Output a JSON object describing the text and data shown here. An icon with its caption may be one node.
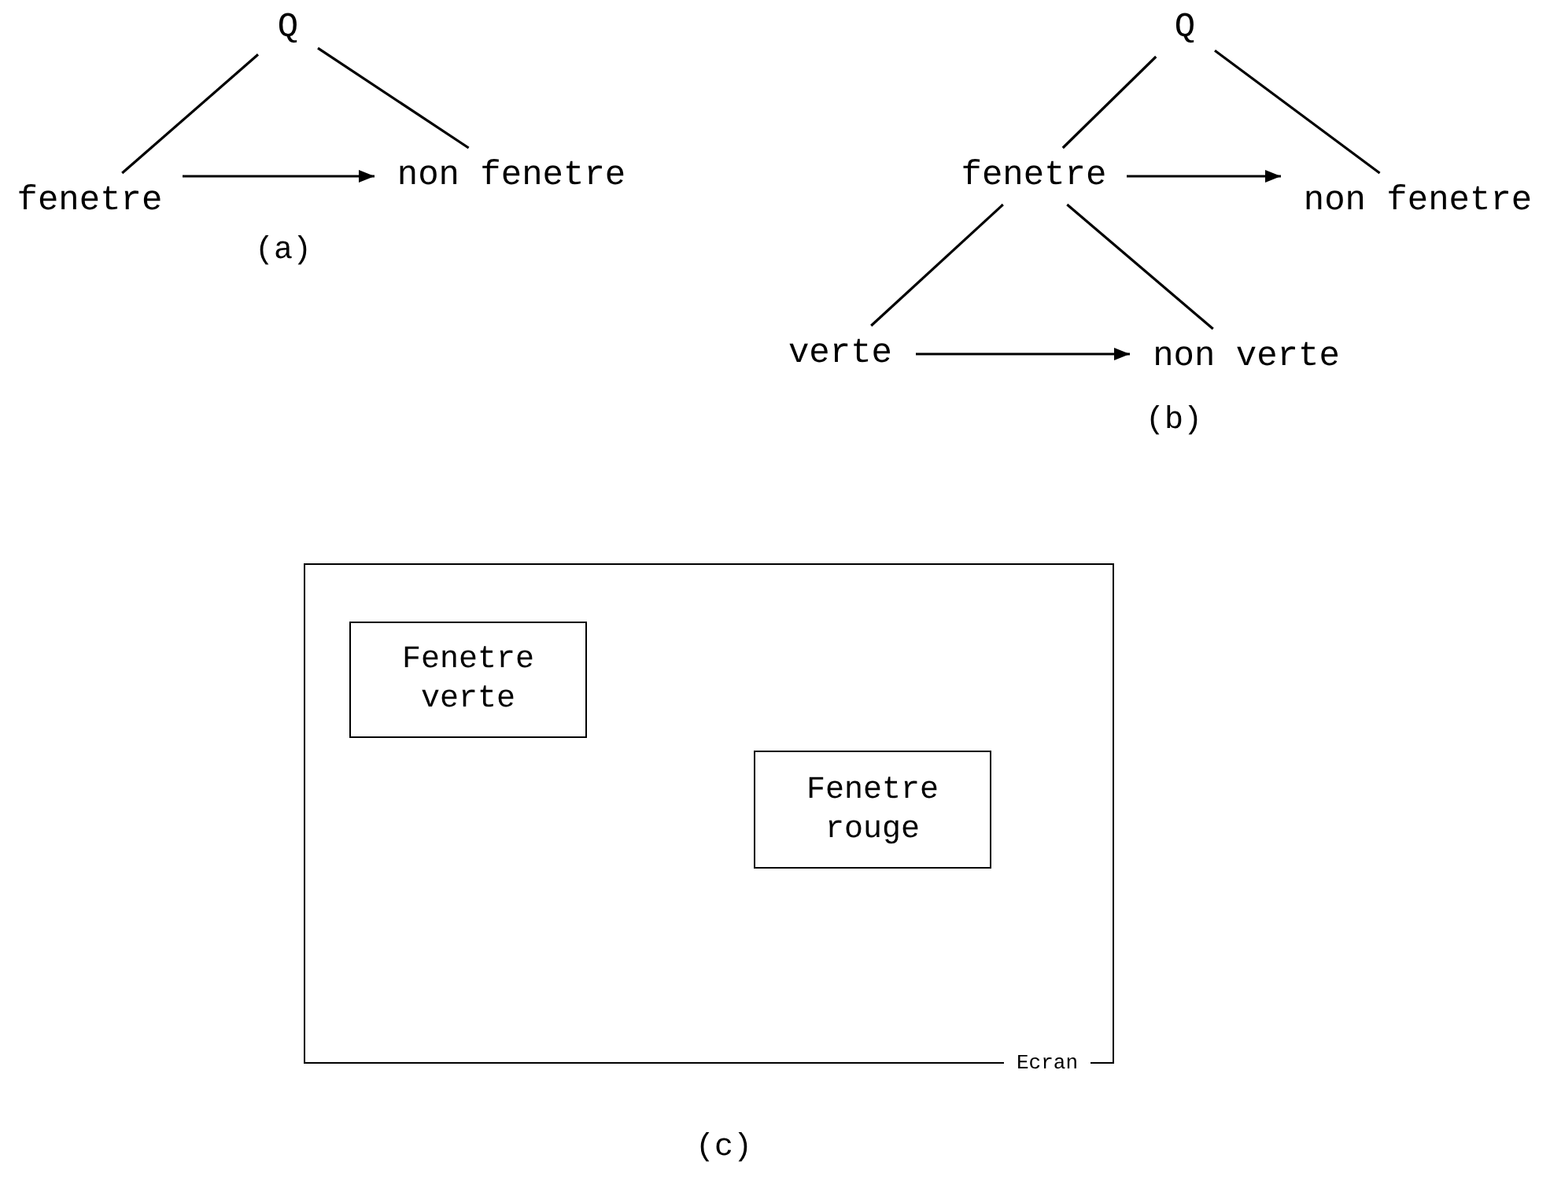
{
  "diagram": {
    "nodes": [
      {
        "text": [
          "Q"
        ]
      },
      {
        "text": [
          "fenetre"
        ]
      },
      {
        "text": [
          "non fenetre"
        ]
      },
      {
        "text": [
          "Q"
        ]
      },
      {
        "text": [
          "fenetre"
        ]
      },
      {
        "text": [
          "non fenetre"
        ]
      },
      {
        "text": [
          "verte"
        ]
      },
      {
        "text": [
          "non verte"
        ]
      },
      {
        "text": [
          "Ecran"
        ]
      },
      {
        "text": [
          "Fenetre verte"
        ],
        "in": 8
      },
      {
        "text": [
          "Fenetre rouge"
        ],
        "in": 8
      }
    ],
    "edges": [
      {
        "from": 0,
        "to": 1,
        "arrow": "none"
      },
      {
        "from": 0,
        "to": 2,
        "arrow": "none"
      },
      {
        "from": 1,
        "to": 2,
        "arrow": "to"
      },
      {
        "from": 3,
        "to": 4,
        "arrow": "none"
      },
      {
        "from": 3,
        "to": 5,
        "arrow": "none"
      },
      {
        "from": 4,
        "to": 5,
        "arrow": "to"
      },
      {
        "from": 4,
        "to": 6,
        "arrow": "none"
      },
      {
        "from": 4,
        "to": 7,
        "arrow": "none"
      },
      {
        "from": 6,
        "to": 7,
        "arrow": "to"
      }
    ],
    "labels": [
      "(a)",
      "(b)",
      "(c)"
    ]
  }
}
